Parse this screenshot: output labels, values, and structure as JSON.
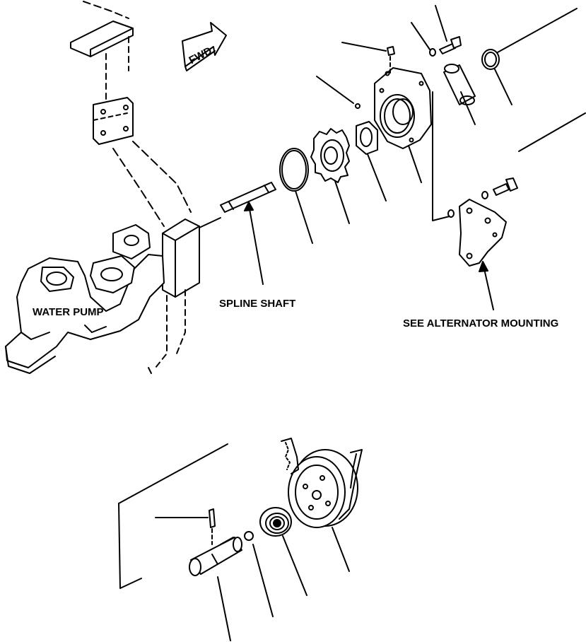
{
  "labels": {
    "fwd": "FWD",
    "water_pump": "WATER PUMP",
    "spline_shaft": "SPLINE SHAFT",
    "see_alternator": "SEE ALTERNATOR MOUNTING"
  }
}
